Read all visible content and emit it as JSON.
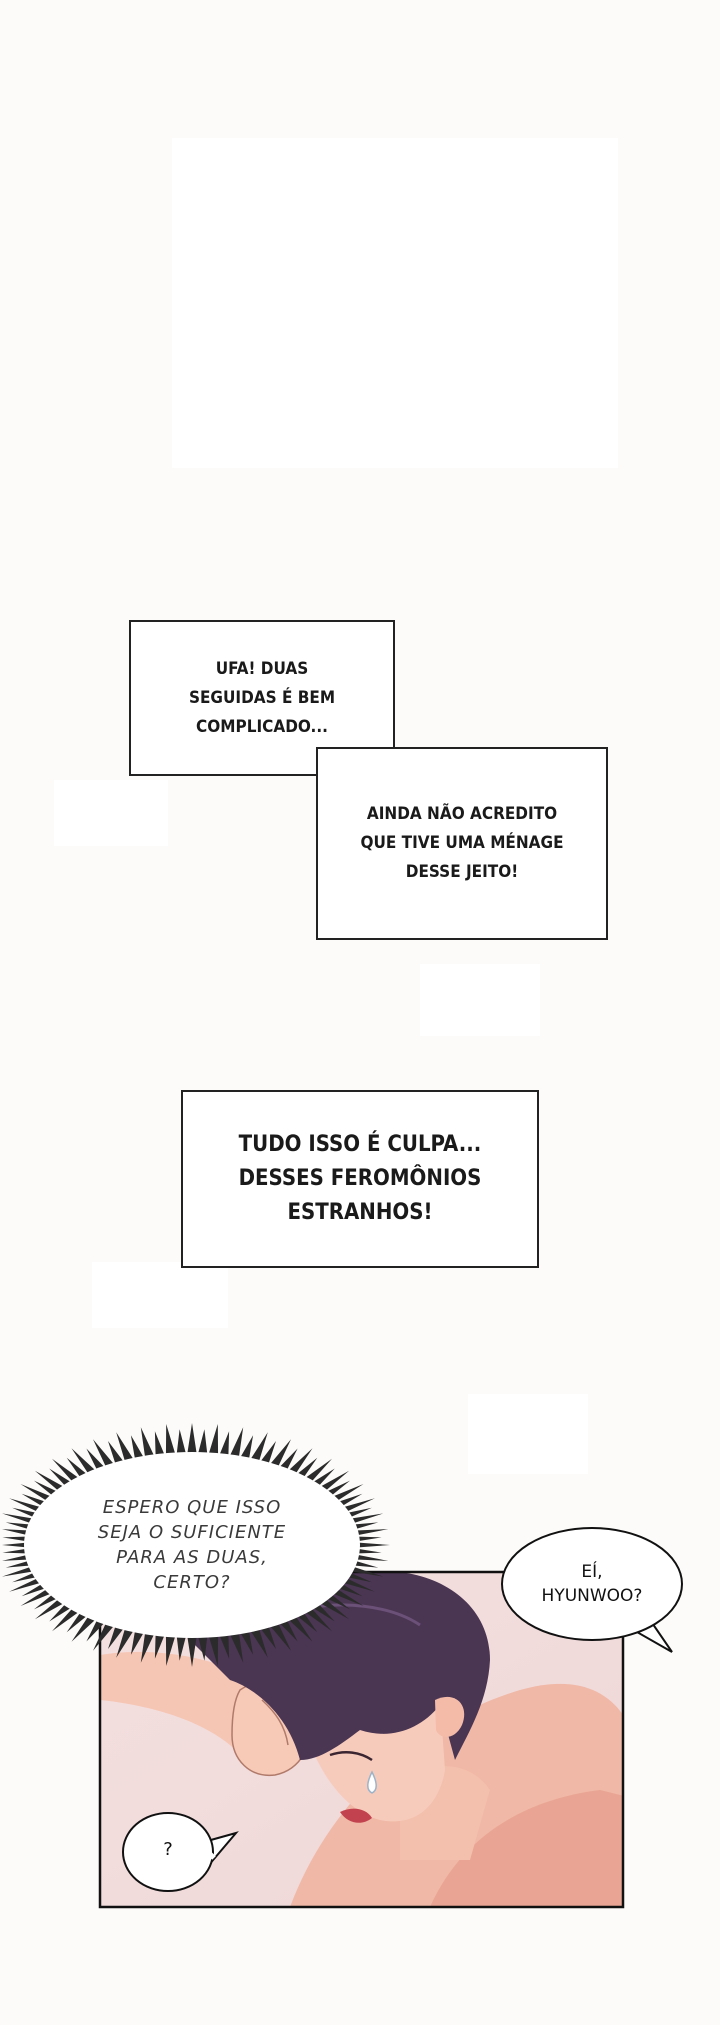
{
  "captions": {
    "c1": "UFA! DUAS\nSEGUIDAS É BEM\nCOMPLICADO...",
    "c2": "AINDA NÃO ACREDITO\nQUE TIVE UMA MÉNAGE\nDESSE JEITO!",
    "c3": "TUDO ISSO É CULPA...\nDESSES FEROMÔNIOS\nESTRANHOS!"
  },
  "bubbles": {
    "thought": "ESPERO QUE ISSO\nSEJA O SUFICIENTE\nPARA AS DUAS,\nCERTO?",
    "call": "EÍ,\nHYUNWOO?",
    "question": "?"
  },
  "colors": {
    "background": "#fcfbf9",
    "hair": "#4a3552",
    "skin": "#f2bba8",
    "panel_bg": "#f5e4e4"
  }
}
